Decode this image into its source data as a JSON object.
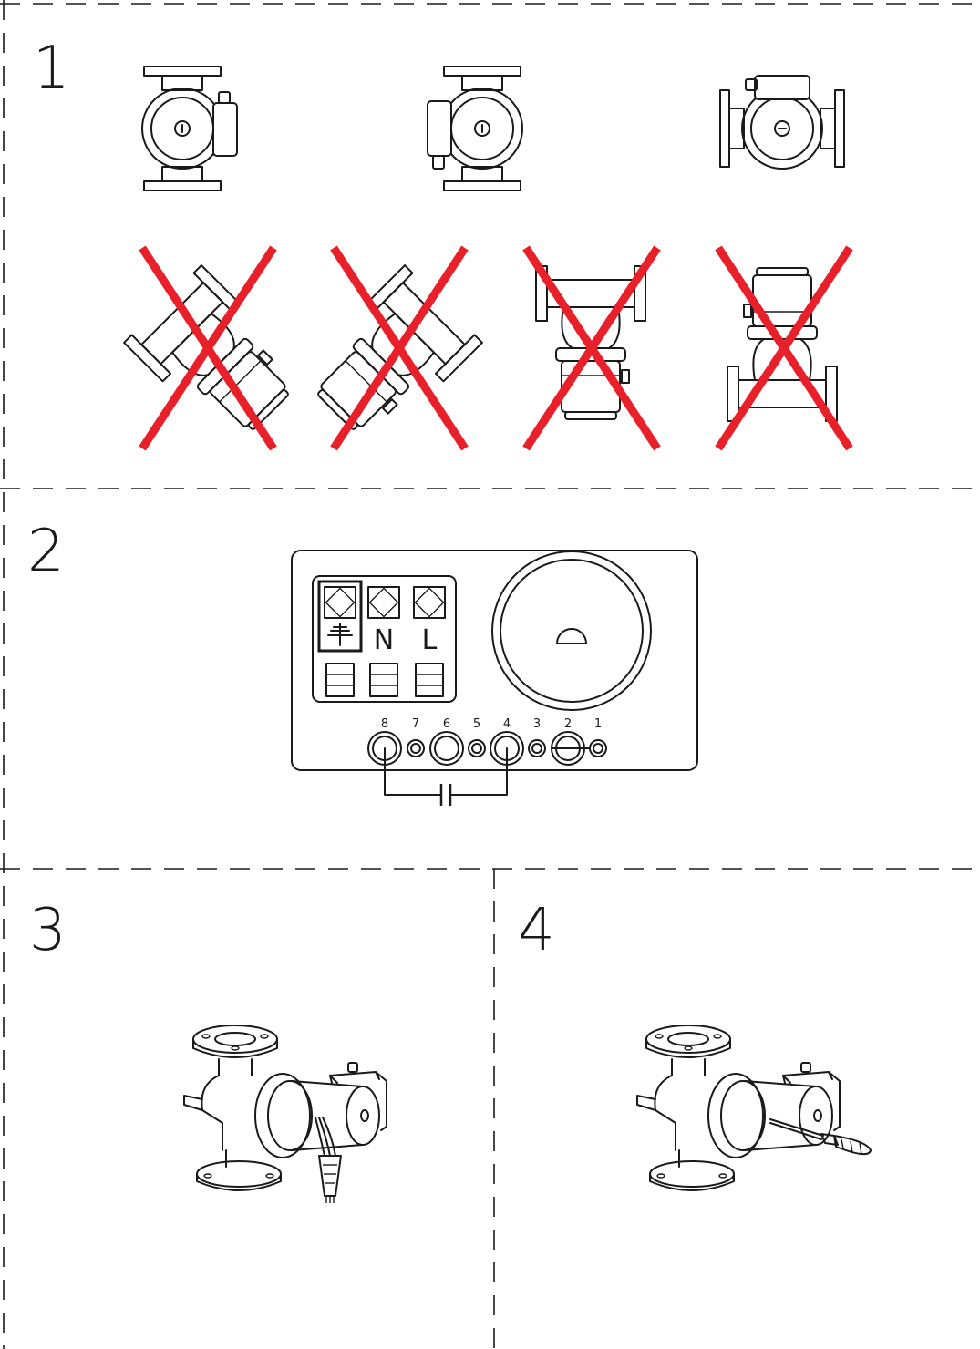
{
  "steps": [
    {
      "number": "1",
      "icon": "pump-orientation-icon"
    },
    {
      "number": "2",
      "icon": "terminal-box-icon"
    },
    {
      "number": "3",
      "icon": "wire-connector-icon"
    },
    {
      "number": "4",
      "icon": "screwdriver-icon"
    }
  ],
  "terminals": {
    "ground_icon": "ground-icon",
    "neutral": "N",
    "live": "L"
  },
  "pins": [
    "8",
    "7",
    "6",
    "5",
    "4",
    "3",
    "2",
    "1"
  ],
  "orientation": {
    "correct_count": 3,
    "incorrect_count": 4,
    "cross_color": "#e8202a"
  },
  "colors": {
    "line": "#1a1a1a",
    "cross": "#e8202a",
    "background": "#ffffff"
  }
}
